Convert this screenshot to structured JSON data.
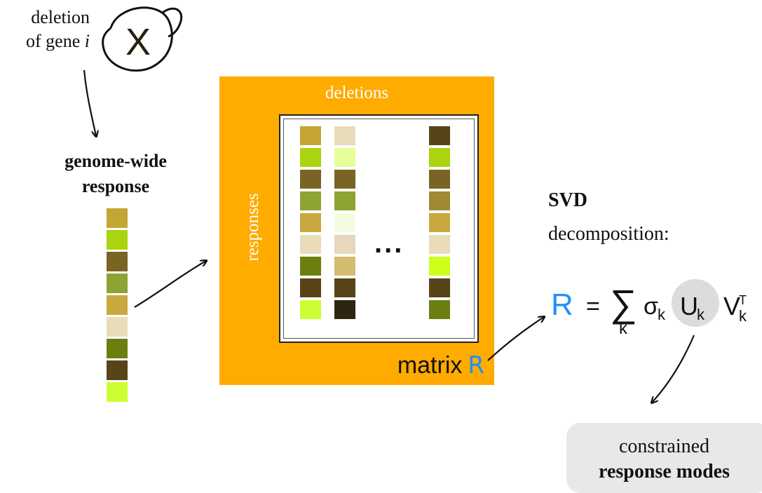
{
  "deletion": {
    "line1": "deletion",
    "line2_prefix": "of gene ",
    "line2_var": "i",
    "symbol": "X"
  },
  "genome": {
    "line1": "genome-wide",
    "line2": "response"
  },
  "response_column_colors": [
    "#c5a535",
    "#a9d40f",
    "#7a6423",
    "#8ba433",
    "#c8a83f",
    "#e8dcb9",
    "#6b7f11",
    "#574418",
    "#ccff33"
  ],
  "matrix": {
    "title_top": "deletions",
    "title_side": "responses",
    "ellipsis": "...",
    "caption_prefix": "matrix",
    "caption_symbol": "R",
    "columns": [
      [
        "#c5a535",
        "#a9d40f",
        "#7a6423",
        "#8ba433",
        "#c8a83f",
        "#e8dcb9",
        "#6b7f11",
        "#574418",
        "#ccff33"
      ],
      [
        "#e8dcb9",
        "#e6ff99",
        "#7a6423",
        "#8ba433",
        "#f3fce1",
        "#e6d8bd",
        "#d4bb72",
        "#574418",
        "#2e2510"
      ],
      [
        "#574418",
        "#a9d40f",
        "#7a6423",
        "#a08934",
        "#c8a83f",
        "#e8dcb9",
        "#ccff1a",
        "#574418",
        "#6b7f11"
      ]
    ]
  },
  "svd": {
    "title": "SVD",
    "subtitle": "decomposition:"
  },
  "formula": {
    "R": "R",
    "eq": "=",
    "sum": "∑",
    "sub_k": "k",
    "sigma": "σ",
    "U": "U",
    "V": "V",
    "T": "T"
  },
  "modes": {
    "line1": "constrained",
    "line2": "response modes"
  },
  "colors": {
    "matrix_bg": "#ffab00",
    "accent_R": "#1e90ff",
    "modes_bg": "#e8e8e8"
  }
}
